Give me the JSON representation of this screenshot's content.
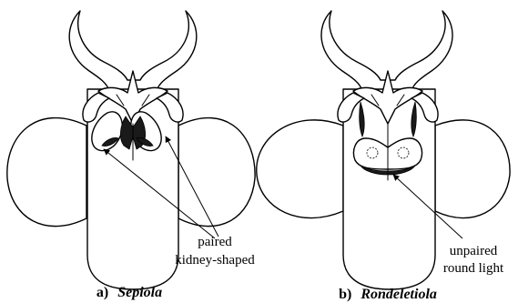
{
  "panels": [
    {
      "letter": "a)",
      "genus": "Sepiola",
      "annotation_line1": "paired",
      "annotation_line2": "kidney-shaped"
    },
    {
      "letter": "b)",
      "genus": "Rondeletiola",
      "annotation_line1": "unpaired",
      "annotation_line2": "round light"
    }
  ]
}
